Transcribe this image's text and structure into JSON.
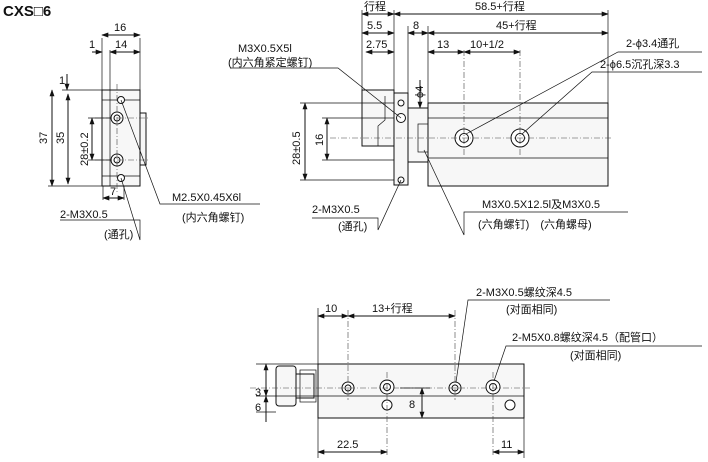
{
  "title": "CXS□6",
  "left_view": {
    "dims": {
      "w16": "16",
      "w1": "1",
      "w14": "14",
      "h1": "1",
      "h37": "37",
      "h35": "35",
      "h28": "28±0.2",
      "w7": "7"
    },
    "notes": {
      "m25": "M2.5X0.45X6l",
      "m25_sub": "(内六角螺钉)",
      "m3": "2-M3X0.5",
      "m3_sub": "(通孔)"
    }
  },
  "side_view": {
    "dims": {
      "stroke": "行程",
      "d58": "58.5+行程",
      "d55": "5.5",
      "d8": "8",
      "d45": "45+行程",
      "d275": "2.75",
      "d13": "13",
      "d10": "10+1/2",
      "phi4": "ϕ4",
      "h28": "28±0.5",
      "h16": "16"
    },
    "notes": {
      "m3_set": "M3X0.5X5l",
      "m3_set_sub": "(内六角紧定螺钉)",
      "thru": "2-ϕ3.4通孔",
      "cbore": "2-ϕ6.5沉孔深3.3",
      "m3_thru": "2-M3X0.5",
      "m3_thru_sub": "(通孔)",
      "m3_bolt": "M3X0.5X12.5l及M3X0.5",
      "m3_bolt_sub": "(六角螺钉)　(六角螺母)"
    }
  },
  "top_view": {
    "dims": {
      "d10": "10",
      "d13": "13+行程",
      "d3": "3",
      "d6": "6",
      "d8": "8",
      "d225": "22.5",
      "d11": "11"
    },
    "notes": {
      "m3_tap": "2-M3X0.5螺纹深4.5",
      "m3_tap_sub": "(对面相同)",
      "m5_tap": "2-M5X0.8螺纹深4.5（配管口）",
      "m5_tap_sub": "(对面相同)"
    }
  }
}
